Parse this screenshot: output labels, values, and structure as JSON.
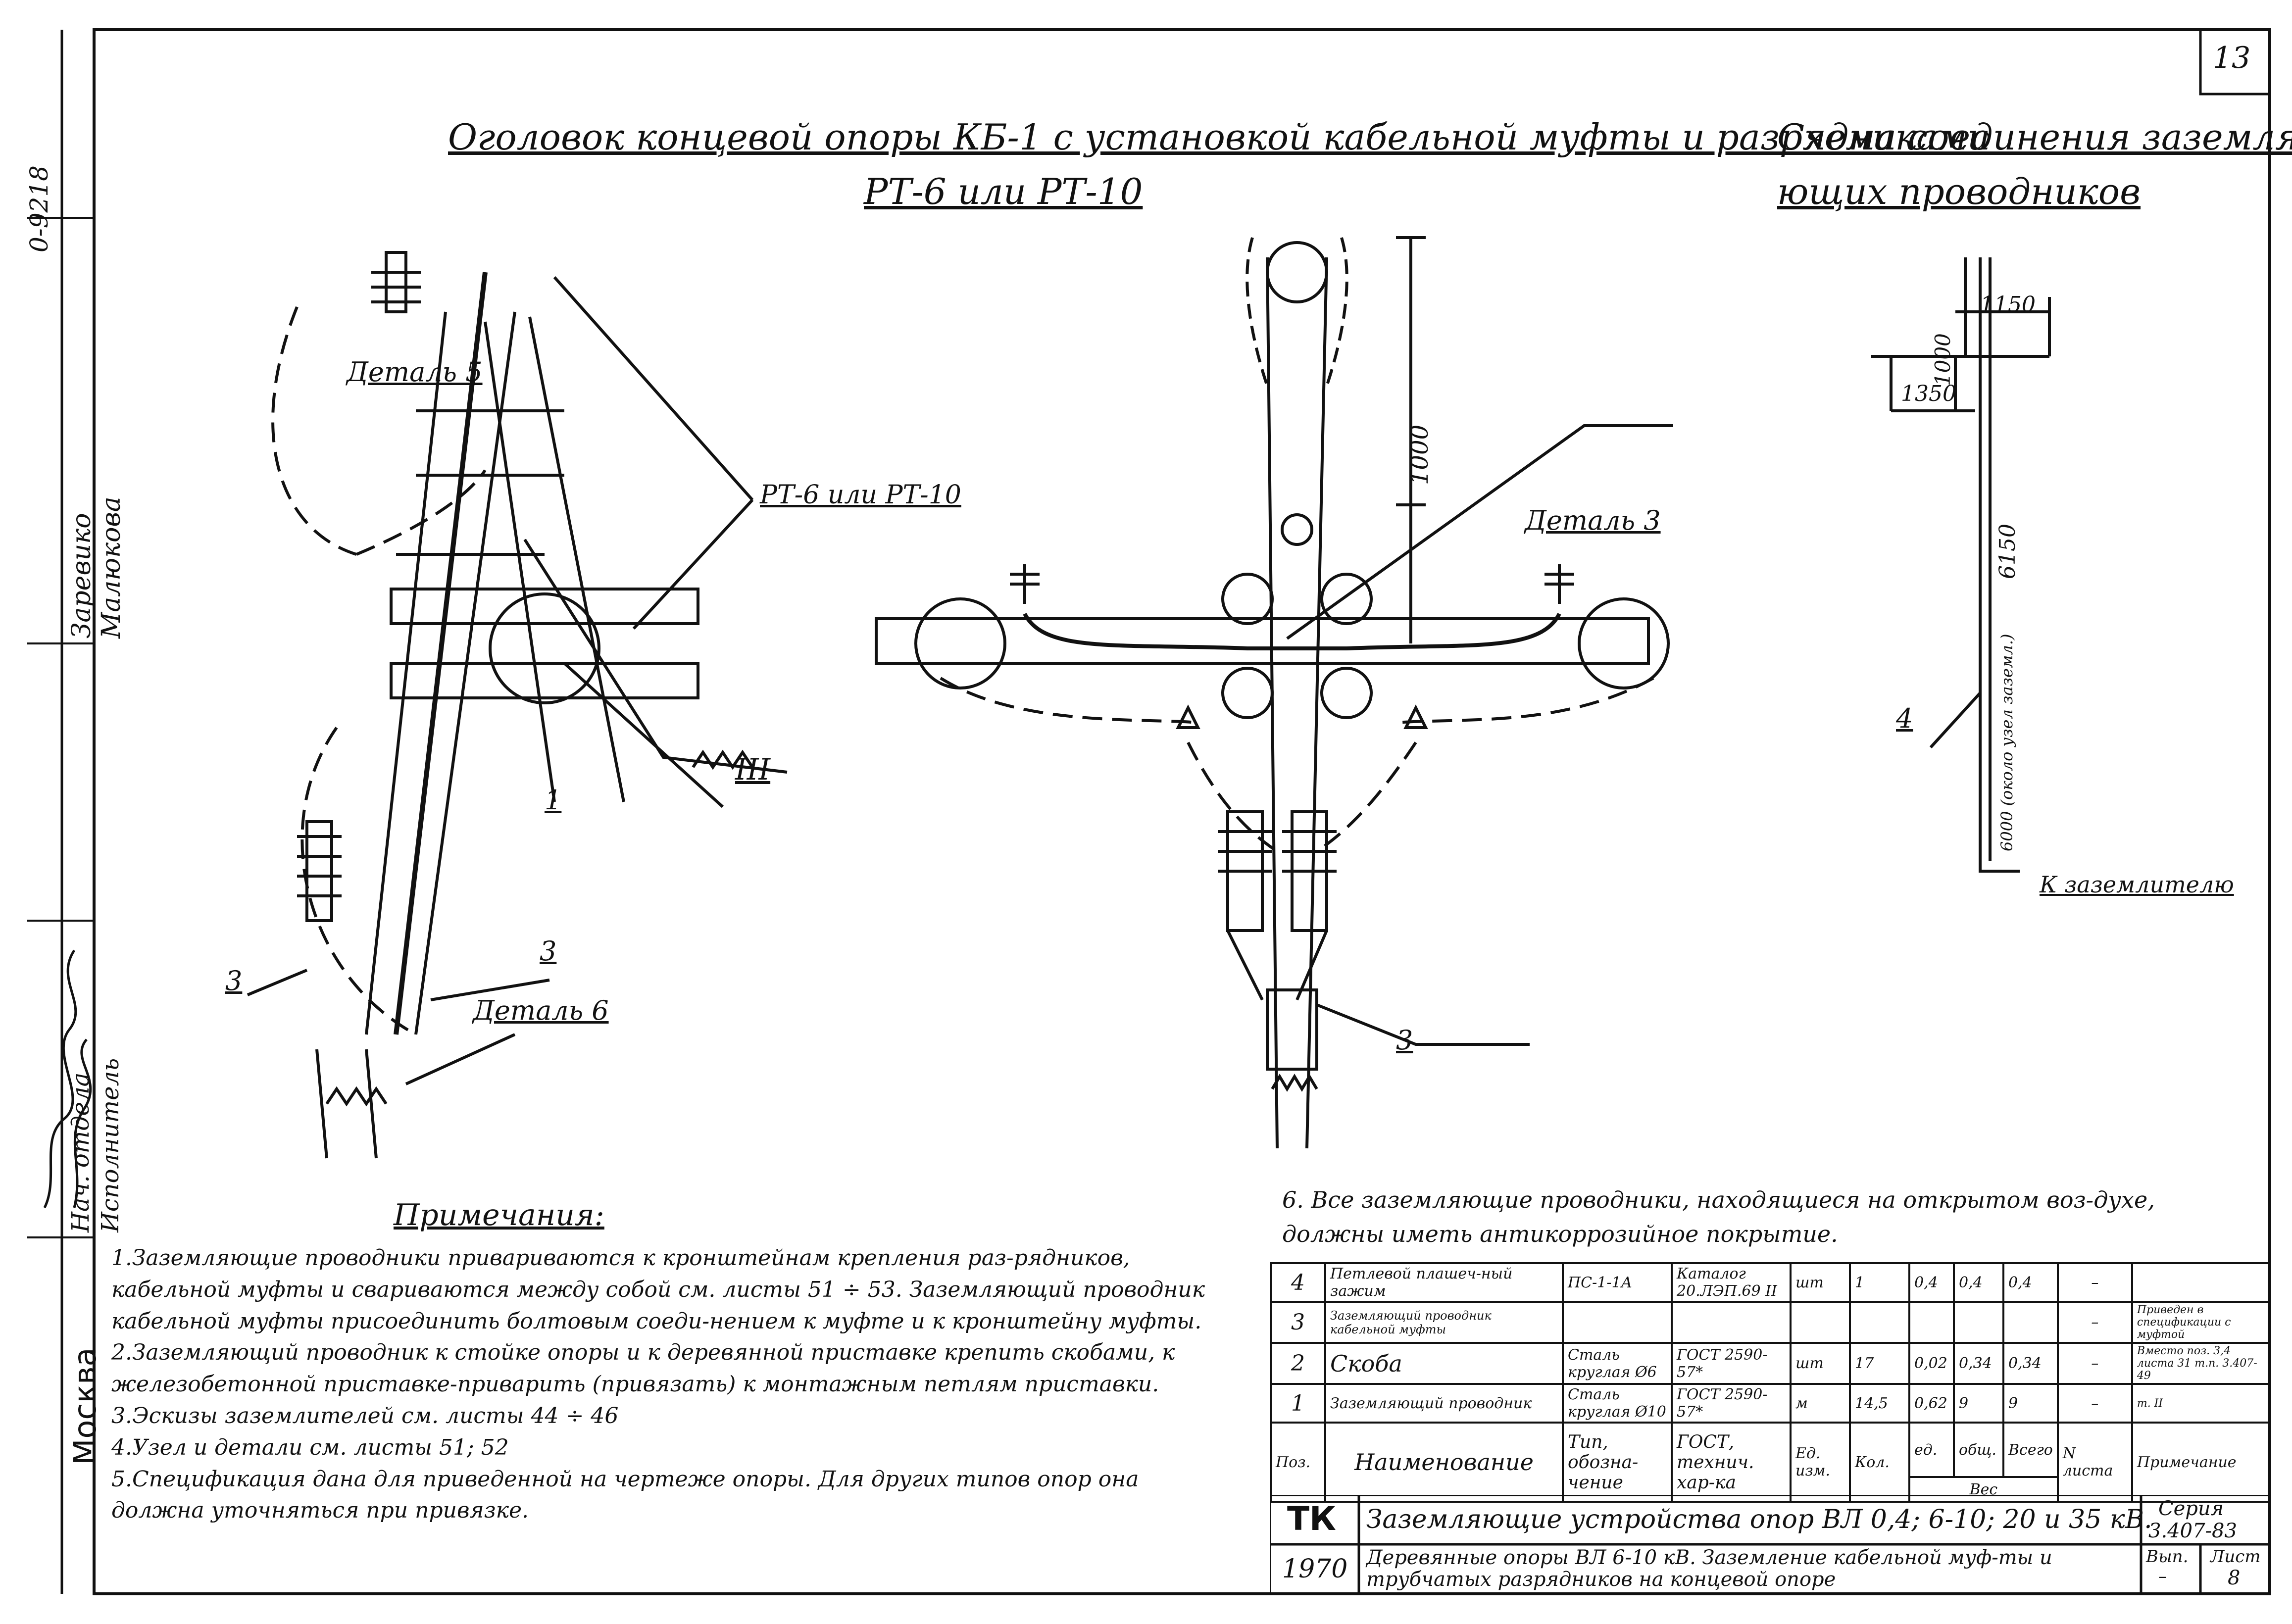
{
  "sheet": {
    "number": "13",
    "code_vertical": "0-9218"
  },
  "titles": {
    "main_line1": "Оголовок концевой опоры КБ-1 с установкой кабельной муфты и разрядниками",
    "main_line2": "РТ-6 или РТ-10",
    "scheme_line1": "Схема соединения заземля-",
    "scheme_line2": "ющих проводников"
  },
  "side_stamp": {
    "names": [
      "Заревико",
      "Малюкова"
    ],
    "roles": [
      "Нач. отдела",
      "Исполнитель"
    ],
    "city": "Москва"
  },
  "left_view_labels": {
    "detail5": "Деталь 5",
    "rt": "РТ-6 или РТ-10",
    "node3": "III",
    "p1": "1",
    "p3a": "3",
    "p3b": "3",
    "detail6": "Деталь 6"
  },
  "front_view_labels": {
    "dim_1000": "1000",
    "detail3": "Деталь 3",
    "p3": "3"
  },
  "scheme_labels": {
    "dim_1000": "1000",
    "dim_1150": "1150",
    "dim_1350": "1350",
    "dim_6150": "6150",
    "dim_bottom": "6000 (около узел заземл.)",
    "p4": "4",
    "to_ground": "К заземлителю"
  },
  "notes": {
    "heading": "Примечания:",
    "n1": "1.Заземляющие проводники привариваются к кронштейнам крепления раз-рядников, кабельной муфты и свариваются между собой см. листы 51 ÷ 53. Заземляющий проводник кабельной муфты присоединить болтовым соеди-нением к муфте и к кронштейну муфты.",
    "n2": "2.Заземляющий проводник к стойке опоры и к деревянной приставке крепить скобами, к железобетонной приставке-приварить (привязать) к монтажным петлям приставки.",
    "n3": "3.Эскизы заземлителей см. листы  44 ÷ 46",
    "n4": "4.Узел и детали см. листы   51; 52",
    "n5": "5.Спецификация дана для приведенной на чертеже опоры. Для других типов опор она должна уточняться при привязке.",
    "n6": "6. Все заземляющие проводники, находящиеся на открытом воз-духе, должны иметь антикоррозийное покрытие."
  },
  "spec_table": {
    "rows": [
      [
        "4",
        "Петлевой плашеч-ный зажим",
        "ПС-1-1А",
        "Каталог 20.ЛЭП.69 II",
        "шт",
        "1",
        "0,4",
        "0,4",
        "0,4",
        "–",
        ""
      ],
      [
        "3",
        "Заземляющий проводник кабельной муфты",
        "",
        "",
        "",
        "",
        "",
        "",
        "",
        "–",
        "Приведен в спецификации с муфтой"
      ],
      [
        "2",
        "Скоба",
        "Сталь круглая Ø6",
        "ГОСТ 2590-57*",
        "шт",
        "17",
        "0,02",
        "0,34",
        "0,34",
        "–",
        "Вместо поз. 3,4 листа 31 т.п. 3.407-49"
      ],
      [
        "1",
        "Заземляющий проводник",
        "Сталь круглая Ø10",
        "ГОСТ 2590-57*",
        "м",
        "14,5",
        "0,62",
        "9",
        "9",
        "–",
        "т. II"
      ]
    ],
    "header": [
      "Поз.",
      "Наименование",
      "Тип, обозна-чение",
      "ГОСТ, технич. хар-ка",
      "Ед. изм.",
      "Кол.",
      "ед.",
      "общ.",
      "Всего",
      "N листа",
      "Примечание"
    ],
    "weight_label": "Вес"
  },
  "title_block": {
    "tk": "ТК",
    "year": "1970",
    "line1": "Заземляющие устройства опор ВЛ 0,4; 6-10; 20 и 35 кВ.",
    "line2": "Деревянные опоры ВЛ 6-10 кВ. Заземление кабельной муф-ты и трубчатых разрядников на концевой опоре",
    "series_label": "Серия",
    "series": "3.407-83",
    "issue_label": "Вып.",
    "issue": "–",
    "sheet_label": "Лист",
    "sheet": "8"
  }
}
